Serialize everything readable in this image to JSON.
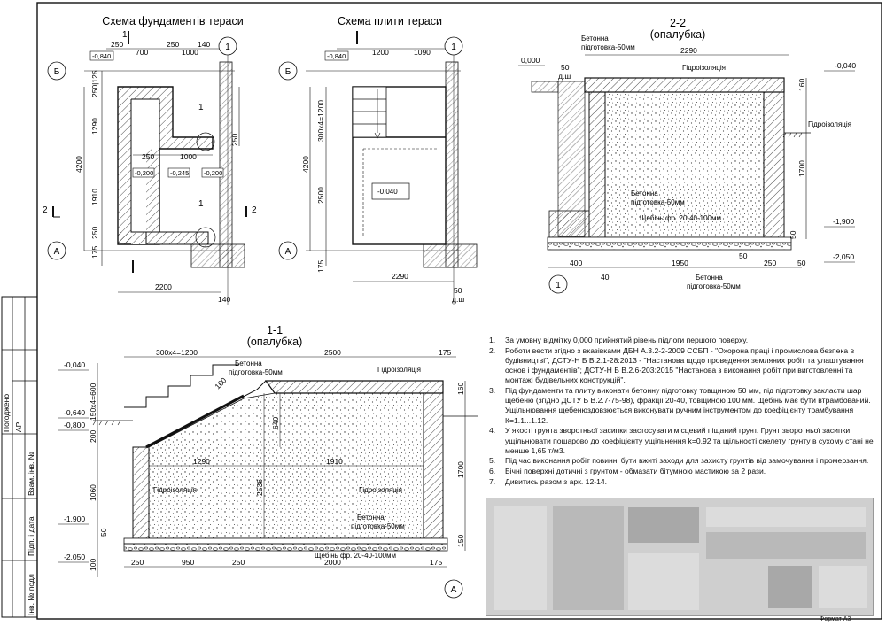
{
  "views": {
    "foundations": {
      "title": "Схема фундаментів тераси",
      "dims": {
        "top_250": "250",
        "top_700": "700",
        "top_250b": "250",
        "top_140": "140",
        "top_1000": "1000",
        "left_4200": "4200",
        "left_250_125": "250|125",
        "left_1290": "1290",
        "left_1910": "1910",
        "left_250": "250",
        "left_175": "175",
        "mid_250": "250",
        "mid_1000": "1000",
        "right_250": "250",
        "bottom_2200": "2200",
        "bottom_140": "140"
      },
      "levels": {
        "l1": "-0,840",
        "l2": "-0,200",
        "l3": "-0,245",
        "l4": "-0,200"
      },
      "callouts": {
        "c1": "1",
        "c2": "1",
        "c3": "1"
      },
      "axes": {
        "b": "Б",
        "a": "А",
        "one": "1"
      },
      "section_marks": {
        "s2": "2"
      }
    },
    "slab": {
      "title": "Схема плити тераси",
      "dims": {
        "top_1200": "1200",
        "top_1090": "1090",
        "left_4200": "4200",
        "left_300x4": "300х4=1200",
        "left_2500": "2500",
        "left_175": "175",
        "bottom_2290": "2290",
        "bottom_50": "50",
        "bottom_dsh": "д.ш"
      },
      "levels": {
        "l1": "-0,840",
        "l2": "-0,040"
      },
      "axes": {
        "b": "Б",
        "a": "А",
        "one": "1"
      }
    },
    "section22": {
      "title": "2-2",
      "subtitle": "(опалубка)",
      "labels": {
        "concrete_top": "Бетонна",
        "concrete_top2": "підготовка-50мм",
        "waterproof_top": "Гідроізоляція",
        "waterproof_right": "Гідроізоляція",
        "concrete_mid": "Бетонна",
        "concrete_mid2": "підготовка-50мм",
        "gravel": "Щебінь фр. 20-40-100мм",
        "concrete_bot": "Бетонна",
        "concrete_bot2": "підготовка-50мм"
      },
      "dims": {
        "top_2290": "2290",
        "d50": "50",
        "dsh": "д.ш",
        "r160": "160",
        "r1700": "1700",
        "r50": "50",
        "b400": "400",
        "b1950": "1950",
        "b250": "250",
        "b50": "50",
        "b40": "40",
        "b50b": "50"
      },
      "levels": {
        "l0": "0,000",
        "l1": "-0,040",
        "l2": "-1,900",
        "l3": "-2,050"
      },
      "axes": {
        "one": "1"
      }
    },
    "section11": {
      "title": "1-1",
      "subtitle": "(опалубка)",
      "labels": {
        "concrete_top": "Бетонна",
        "concrete_top2": "підготовка-50мм",
        "waterproof_top": "Гідроізоляція",
        "waterproof_l": "Гідроізоляція",
        "waterproof_r": "Гідроізоляція",
        "concrete_bot": "Бетонна",
        "concrete_bot2": "підготовка-50мм",
        "gravel": "Щебінь фр. 20-40-100мм"
      },
      "dims": {
        "t_300x4": "300х4=1200",
        "t_2500": "2500",
        "t_175": "175",
        "l_150x4": "150х4=600",
        "l_200": "200",
        "l_1060": "1060",
        "l_100": "100",
        "r_160": "160",
        "r_1700": "1700",
        "r_150": "150",
        "i_1290": "1290",
        "i_1910": "1910",
        "i_2536": "2536",
        "i_640": "640",
        "i_160": "160",
        "b_250": "250",
        "b_950": "950",
        "b_250b": "250",
        "b_2000": "2000",
        "b_175": "175",
        "l_50": "50"
      },
      "levels": {
        "l1": "-0,040",
        "l2": "-0,640",
        "l3": "-0,800",
        "l4": "-1,900",
        "l5": "-2,050"
      },
      "axes": {
        "a": "А"
      }
    }
  },
  "notes": [
    {
      "n": "1.",
      "text": "За умовну відмітку 0,000 прийнятий рівень підлоги першого поверху."
    },
    {
      "n": "2.",
      "text": "Роботи вести згідно з вказівками  ДБН А.3.2-2-2009 ССБП  - \"Охорона праці і промислова безпека в будівництві\", ДСТУ-Н Б В.2.1-28:2013  - \"Настанова щодо проведення земляних робіт та улаштування основ і фундаментів\"; ДСТУ-Н Б В.2.6-203:2015 \"Настанова з виконання робіт при виготовленні та монтажі будівельних конструкцій\"."
    },
    {
      "n": "3.",
      "text": "Під фундаменти та плиту виконати бетонну підготовку товщиною 50 мм, під підготовку закласти шар щебеню (згідно ДСТУ Б В.2.7-75-98), фракції 20-40, товщиною 100 мм.     Щебінь має бути втрамбований. Ущільнювання щебенюздовзюється виконувати ручним інструментом  до коефіцієнту трамбування К=1.1...1.12."
    },
    {
      "n": "4.",
      "text": "У якості грунта зворотньої засипки застосувати місцевий піщаний грунт. Грунт зворотньої засипки ущільнювати пошарово до коефіцієнту ущільнення k=0,92 та щільності скелету грунту в сухому стані не менше 1,65 т/м3."
    },
    {
      "n": "5.",
      "text": "Під час виконання робіт повинні бути вжиті заходи для захисту грунтів від замочування і промерзання."
    },
    {
      "n": "6.",
      "text": "Бічні поверхні дотичні з грунтом  - обмазати бітумною мастикою за 2 рази."
    },
    {
      "n": "7.",
      "text": "Дивитись разом з арк. 12-14."
    }
  ],
  "side_stamp": {
    "agreed": "Погоджено",
    "ar": "АР",
    "inv_zam": "Взам. інв. №",
    "sign_date": "Підп. і дата",
    "inv_orig": "Інв. № подл"
  },
  "format": "Формат А3"
}
